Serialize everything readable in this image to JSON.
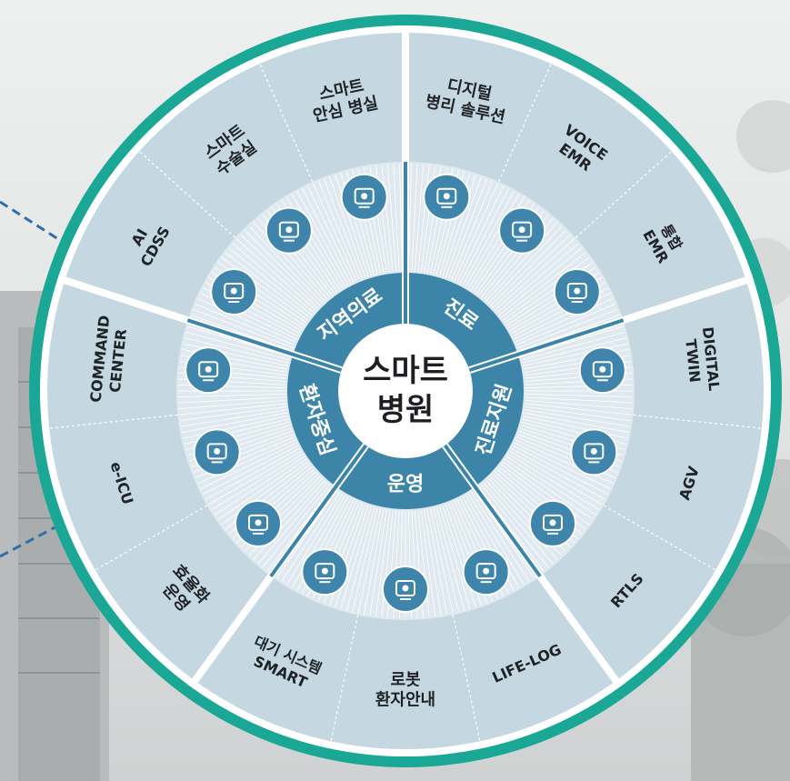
{
  "center": {
    "line1": "스마트",
    "line2": "병원"
  },
  "categories": [
    {
      "id": "jinryo",
      "label": "진료"
    },
    {
      "id": "jinryojiwon",
      "label": "진료지원"
    },
    {
      "id": "unyeong",
      "label": "운영"
    },
    {
      "id": "hwanjajungsim",
      "label": "환자중심"
    },
    {
      "id": "jiyeokuiryo",
      "label": "지역의료"
    }
  ],
  "sectors": [
    {
      "lines": [
        "디지털",
        "병리 솔루션"
      ],
      "icon": "digital-pathology-icon"
    },
    {
      "lines": [
        "VOICE",
        "EMR"
      ],
      "icon": "voice-emr-icon"
    },
    {
      "lines": [
        "통합",
        "EMR"
      ],
      "icon": "integrated-emr-icon"
    },
    {
      "lines": [
        "DIGITAL",
        "TWIN"
      ],
      "icon": "digital-twin-icon"
    },
    {
      "lines": [
        "AGV"
      ],
      "icon": "agv-icon"
    },
    {
      "lines": [
        "RTLS"
      ],
      "icon": "rtls-icon"
    },
    {
      "lines": [
        "LIFE-LOG"
      ],
      "icon": "life-log-icon"
    },
    {
      "lines": [
        "로봇",
        "환자안내"
      ],
      "icon": "robot-icon"
    },
    {
      "lines": [
        "대기 시스템",
        "SMART"
      ],
      "icon": "wireless-signal-icon"
    },
    {
      "lines": [
        "효율화",
        "운영"
      ],
      "icon": "efficiency-gear-icon"
    },
    {
      "lines": [
        "e-ICU"
      ],
      "icon": "e-icu-cube-icon"
    },
    {
      "lines": [
        "COMMAND",
        "CENTER"
      ],
      "icon": "command-center-icon"
    },
    {
      "lines": [
        "AI",
        "CDSS"
      ],
      "icon": "ai-cdss-icon"
    },
    {
      "lines": [
        "스마트",
        "수술실"
      ],
      "icon": "surgery-bed-icon"
    },
    {
      "lines": [
        "스마트",
        "안심 병실"
      ],
      "icon": "patient-room-icon"
    }
  ],
  "colors": {
    "teal_border": "#1aa795",
    "sector_light": "#c5d8e2",
    "inner_ring": "#dfe9ef",
    "category_ring": "#3c84a8",
    "icon_circle": "#3f85ab",
    "center_fill": "#ffffff",
    "dash_line": "#2f6fa6"
  }
}
